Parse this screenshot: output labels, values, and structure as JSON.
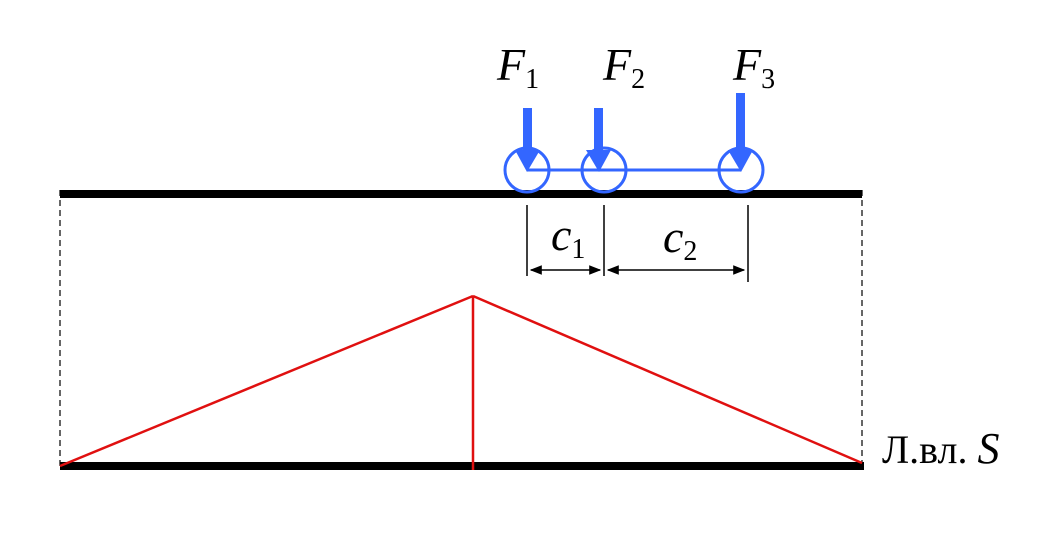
{
  "loads": [
    {
      "symbol": "F",
      "index": "1"
    },
    {
      "symbol": "F",
      "index": "2"
    },
    {
      "symbol": "F",
      "index": "3"
    }
  ],
  "spacings": [
    {
      "symbol": "c",
      "index": "1"
    },
    {
      "symbol": "c",
      "index": "2"
    }
  ],
  "influence_line": {
    "prefix": "Л.вл.",
    "variable": "S"
  },
  "colors": {
    "beam": "#000000",
    "load": "#3366ff",
    "influence": "#e01010",
    "dimension": "#000000"
  },
  "icons": {
    "load": "down-arrow-icon",
    "wheel": "circle-icon"
  }
}
